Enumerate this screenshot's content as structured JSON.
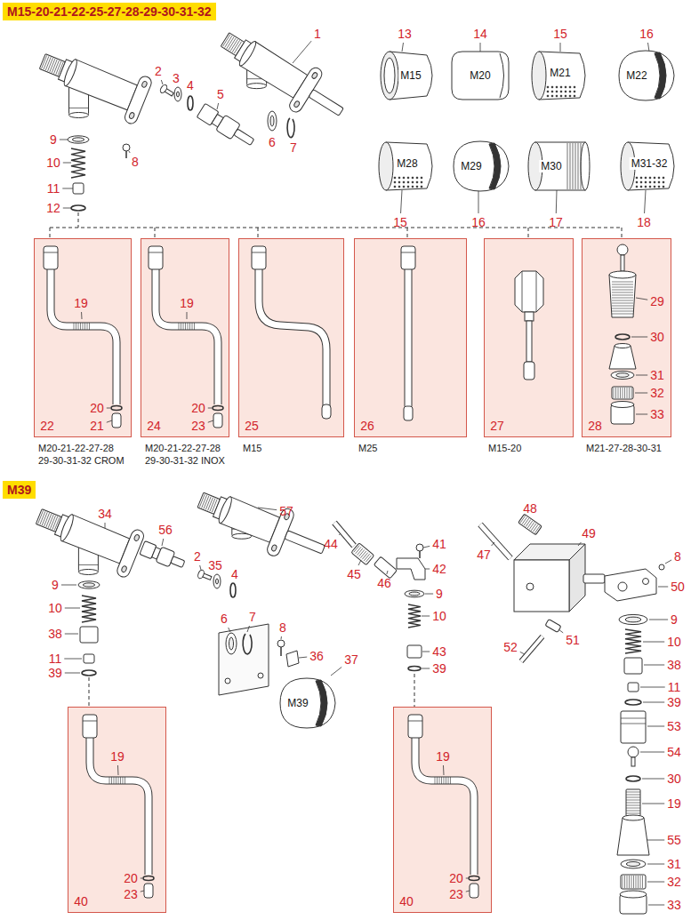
{
  "diagram": {
    "nodes": [
      {
        "text": [
          "M15-20-21-22-25-27-28-29-30-31-32"
        ]
      },
      {
        "text": [
          "M15"
        ]
      },
      {
        "text": [
          "M20"
        ]
      },
      {
        "text": [
          "M21"
        ]
      },
      {
        "text": [
          "M22"
        ]
      },
      {
        "text": [
          "M28"
        ]
      },
      {
        "text": [
          "M29"
        ]
      },
      {
        "text": [
          "M30"
        ]
      },
      {
        "text": [
          "M31-32"
        ]
      },
      {
        "text": [
          "19",
          "20",
          "21",
          "22",
          "M20-21-22-27-28 29-30-31-32 CROM"
        ]
      },
      {
        "text": [
          "19",
          "20",
          "23",
          "24",
          "M20-21-22-27-28 29-30-31-32 INOX"
        ]
      },
      {
        "text": [
          "25",
          "M15"
        ]
      },
      {
        "text": [
          "26",
          "M25"
        ]
      },
      {
        "text": [
          "27",
          "M15-20"
        ]
      },
      {
        "text": [
          "29",
          "30",
          "31",
          "32",
          "33",
          "28",
          "M21-27-28-30-31"
        ]
      },
      {
        "text": [
          "M39"
        ]
      },
      {
        "text": [
          "M39"
        ]
      },
      {
        "text": [
          "19",
          "20",
          "23",
          "40"
        ]
      },
      {
        "text": [
          "19",
          "20",
          "23",
          "40"
        ]
      }
    ],
    "labels": [
      "1",
      "2",
      "3",
      "4",
      "5",
      "6",
      "7",
      "8",
      "9",
      "10",
      "11",
      "12",
      "13",
      "14",
      "15",
      "16",
      "15",
      "16",
      "17",
      "18",
      "34",
      "56",
      "57",
      "2",
      "35",
      "4",
      "9",
      "10",
      "38",
      "11",
      "39",
      "6",
      "7",
      "8",
      "36",
      "37",
      "44",
      "45",
      "46",
      "41",
      "42",
      "9",
      "10",
      "43",
      "39",
      "47",
      "48",
      "49",
      "8",
      "50",
      "51",
      "52",
      "9",
      "10",
      "38",
      "11",
      "39",
      "53",
      "54",
      "30",
      "19",
      "55",
      "31",
      "32",
      "33"
    ]
  }
}
